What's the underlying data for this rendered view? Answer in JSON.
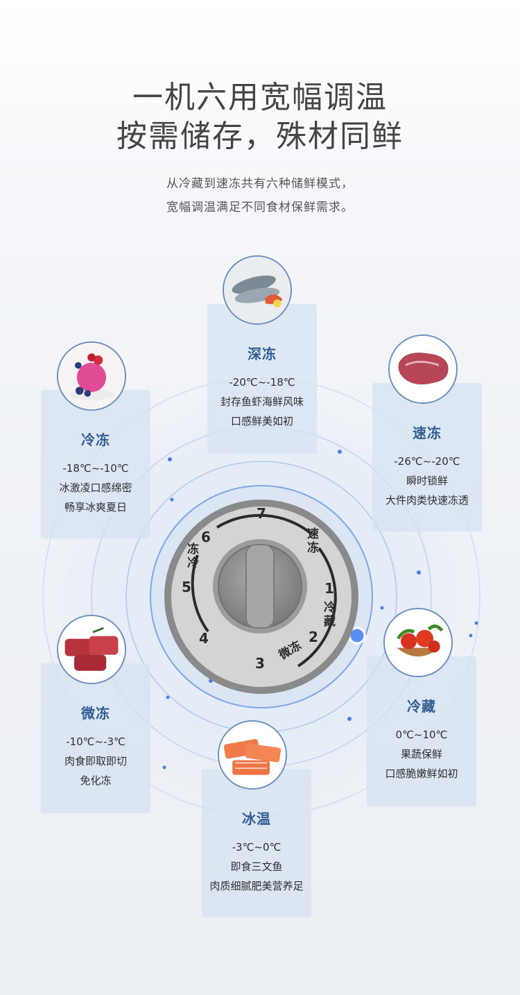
{
  "header": {
    "title_line1": "一机六用宽幅调温",
    "title_line2": "按需储存，殊材同鲜",
    "subtitle_line1": "从冷藏到速冻共有六种储鲜模式，",
    "subtitle_line2": "宽幅调温满足不同食材保鲜需求。"
  },
  "dial": {
    "numbers": [
      "7",
      "6",
      "5",
      "4",
      "3",
      "2",
      "1"
    ],
    "mode_labels": {
      "sudong": "速冻",
      "dongleng": "冻冷",
      "lengcang": "冷藏",
      "weidong": "微冻"
    }
  },
  "modes": [
    {
      "id": "shendong",
      "icon": "fish-icon",
      "title": "深冻",
      "range": "-20℃~-18℃",
      "line1": "封存鱼虾海鲜风味",
      "line2": "口感鲜美如初"
    },
    {
      "id": "lengdong",
      "icon": "ice-cream-icon",
      "title": "冷冻",
      "range": "-18℃~-10℃",
      "line1": "冰激凌口感绵密",
      "line2": "畅享冰爽夏日"
    },
    {
      "id": "sudong",
      "icon": "meat-steak-icon",
      "title": "速冻",
      "range": "-26℃~-20℃",
      "line1": "瞬时锁鲜",
      "line2": "大件肉类快速冻透"
    },
    {
      "id": "weidong",
      "icon": "beef-icon",
      "title": "微冻",
      "range": "-10℃~-3℃",
      "line1": "肉食即取即切",
      "line2": "免化冻"
    },
    {
      "id": "lengcang",
      "icon": "vegetables-icon",
      "title": "冷藏",
      "range": "0℃~10℃",
      "line1": "果蔬保鲜",
      "line2": "口感脆嫩鲜如初"
    },
    {
      "id": "bingwen",
      "icon": "salmon-icon",
      "title": "冰温",
      "range": "-3℃~0℃",
      "line1": "即食三文鱼",
      "line2": "肉质细腻肥美营养足"
    }
  ],
  "colors": {
    "accent": "#2f5d92",
    "card_bg": "#d6e2f2",
    "dial_gray": "#888888"
  }
}
